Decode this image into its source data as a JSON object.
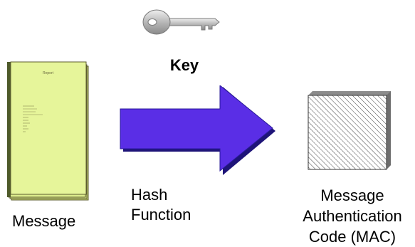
{
  "diagram": {
    "key": {
      "icon": "key-icon",
      "label": "Key"
    },
    "message": {
      "icon": "report-document-icon",
      "doc_title": "Report",
      "doc_lines": [
        "",
        "",
        "",
        "",
        "",
        "",
        "",
        "",
        "",
        ""
      ],
      "label": "Message"
    },
    "hash_function": {
      "icon": "arrow-right-icon",
      "label_line1": "Hash",
      "label_line2": "Function"
    },
    "mac": {
      "icon": "hatched-block-icon",
      "label_line1": "Message",
      "label_line2": "Authentication",
      "label_line3": "Code (MAC)"
    },
    "colors": {
      "doc_fill": "#e6f59a",
      "doc_edge": "#5c5c2e",
      "arrow_fill": "#5a2ee6",
      "arrow_edge": "#1e1478",
      "mac_side": "#7a7a7a",
      "hatch": "#444444",
      "key_metal": "#b8b8b8"
    }
  }
}
